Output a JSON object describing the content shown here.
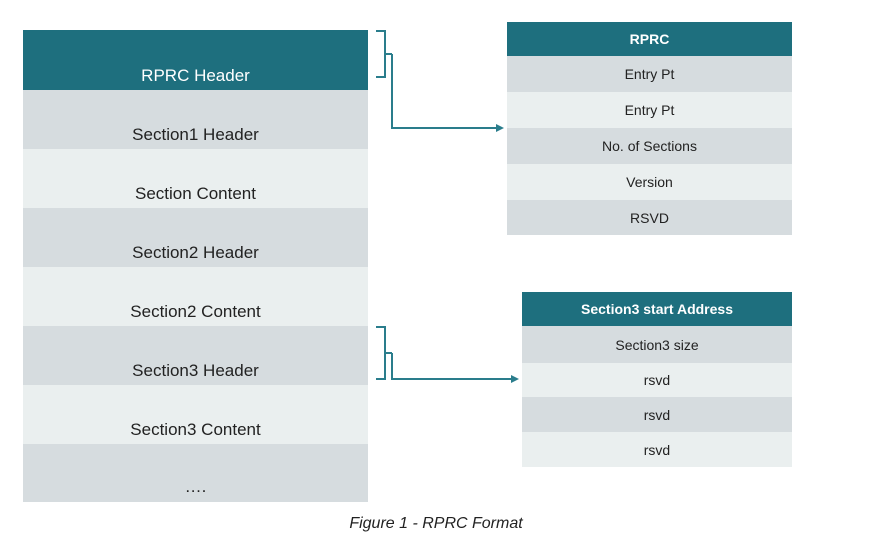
{
  "left_stack": {
    "rprc_header": "RPRC Header",
    "section1_header": "Section1 Header",
    "section_content": "Section Content",
    "section2_header": "Section2 Header",
    "section2_content": "Section2 Content",
    "section3_header": "Section3 Header",
    "section3_content": "Section3 Content",
    "ellipsis": "…."
  },
  "rprc_table": {
    "title": "RPRC",
    "rows": [
      "Entry Pt",
      "Entry Pt",
      "No. of Sections",
      "Version",
      "RSVD"
    ]
  },
  "section3_table": {
    "title": "Section3 start Address",
    "rows": [
      "Section3  size",
      "rsvd",
      "rsvd",
      "rsvd"
    ]
  },
  "caption": "Figure 1 - RPRC Format",
  "colors": {
    "header_teal": "#1e6f7e",
    "row_dark": "#d6dcdf",
    "row_light": "#eaefef",
    "connector": "#2a7d8c"
  }
}
